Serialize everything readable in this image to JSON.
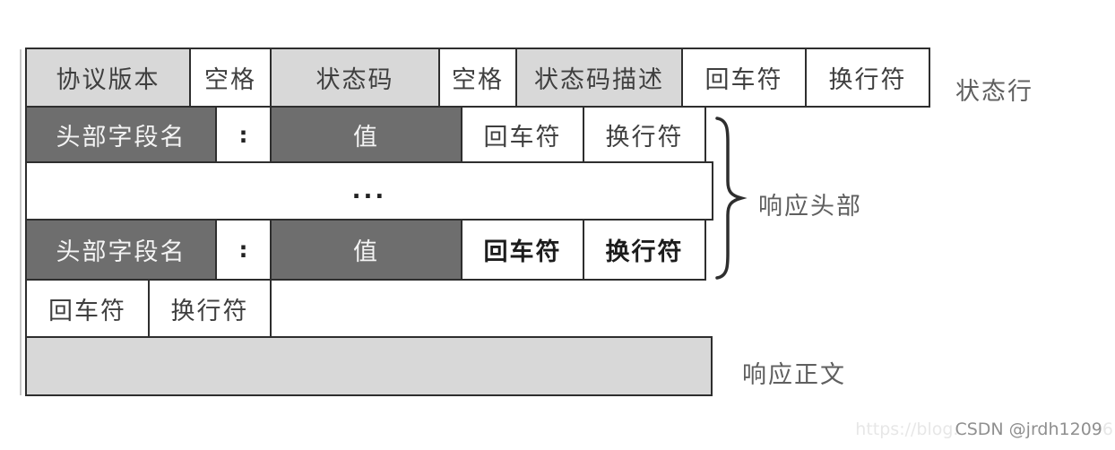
{
  "table": {
    "status_line": {
      "cells": [
        "协议版本",
        "空格",
        "状态码",
        "空格",
        "状态码描述",
        "回车符",
        "换行符"
      ],
      "annotation": "状态行"
    },
    "header_row_top": {
      "field": "头部字段名",
      "colon": ":",
      "value": "值",
      "cr": "回车符",
      "lf": "换行符"
    },
    "ellipsis": "...",
    "header_row_bottom": {
      "field": "头部字段名",
      "colon": ":",
      "value": "值",
      "cr": "回车符",
      "lf": "换行符"
    },
    "crlf_row": {
      "cr": "回车符",
      "lf": "换行符"
    },
    "headers_annotation": "响应头部",
    "body_annotation": "响应正文"
  },
  "colors": {
    "light_cell": "#d8d8d8",
    "dark_cell": "#6e6e6e",
    "border": "#2e2e2e",
    "annotation_text": "#5f5f5f"
  },
  "watermark": {
    "faint_prefix": "https://blog.",
    "main": "CSDN @jrdh1209",
    "faint_suffix": "6"
  }
}
